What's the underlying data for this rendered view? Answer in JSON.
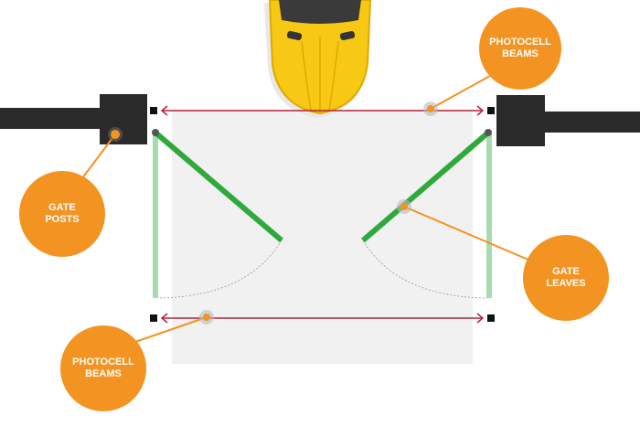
{
  "labels": {
    "photocell_top": [
      "PHOTOCELL",
      "BEAMS"
    ],
    "gate_posts": [
      "GATE",
      "POSTS"
    ],
    "gate_leaves": [
      "GATE",
      "LEAVES"
    ],
    "photocell_bottom": [
      "PHOTOCELL",
      "BEAMS"
    ]
  },
  "colors": {
    "callout": "#f39322",
    "beam": "#b3243a",
    "leaf_closed": "#a8dcb0",
    "leaf_open": "#2fa83c",
    "post": "#2a2a2a",
    "car": "#f7c814",
    "driveway": "#f1f1f1"
  }
}
